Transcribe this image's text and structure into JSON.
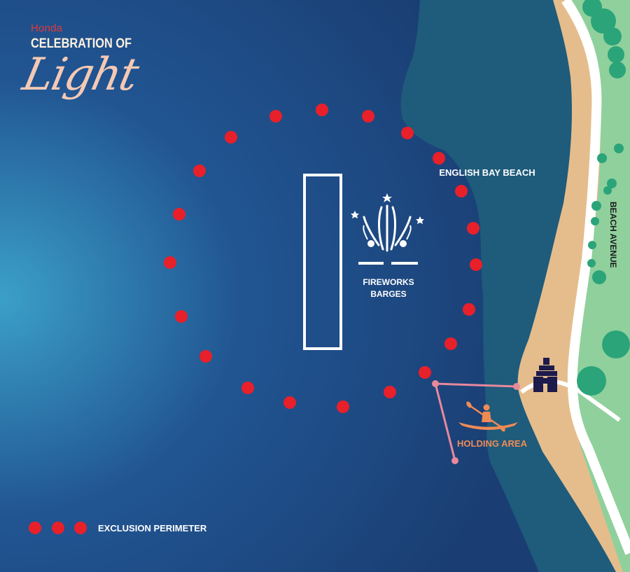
{
  "logo": {
    "brand": "Honda",
    "line1": "CELEBRATION OF",
    "line2": "Light"
  },
  "labels": {
    "beach": "ENGLISH BAY BEACH",
    "avenue": "BEACH AVENUE",
    "barges_line1": "FIREWORKS",
    "barges_line2": "BARGES",
    "holding": "HOLDING AREA"
  },
  "legend": {
    "perimeter_label": "EXCLUSION PERIMETER"
  },
  "icons": {
    "fireworks": "fireworks-icon",
    "kayak": "kayaker-icon",
    "inukshuk": "inukshuk-landmark-icon"
  },
  "colors": {
    "water_deep": "#1a3f74",
    "water_light": "#3d9bc4",
    "shore_water": "#1e5c7a",
    "sand": "#e5bd8c",
    "sand_edge": "#efcda3",
    "park": "#8ed09b",
    "road": "#ffffff",
    "tree": "#2aa57a",
    "perimeter": "#e8202a",
    "holding_line": "#e8899b",
    "holding_text": "#f08b55",
    "inukshuk": "#1d1a4c"
  }
}
